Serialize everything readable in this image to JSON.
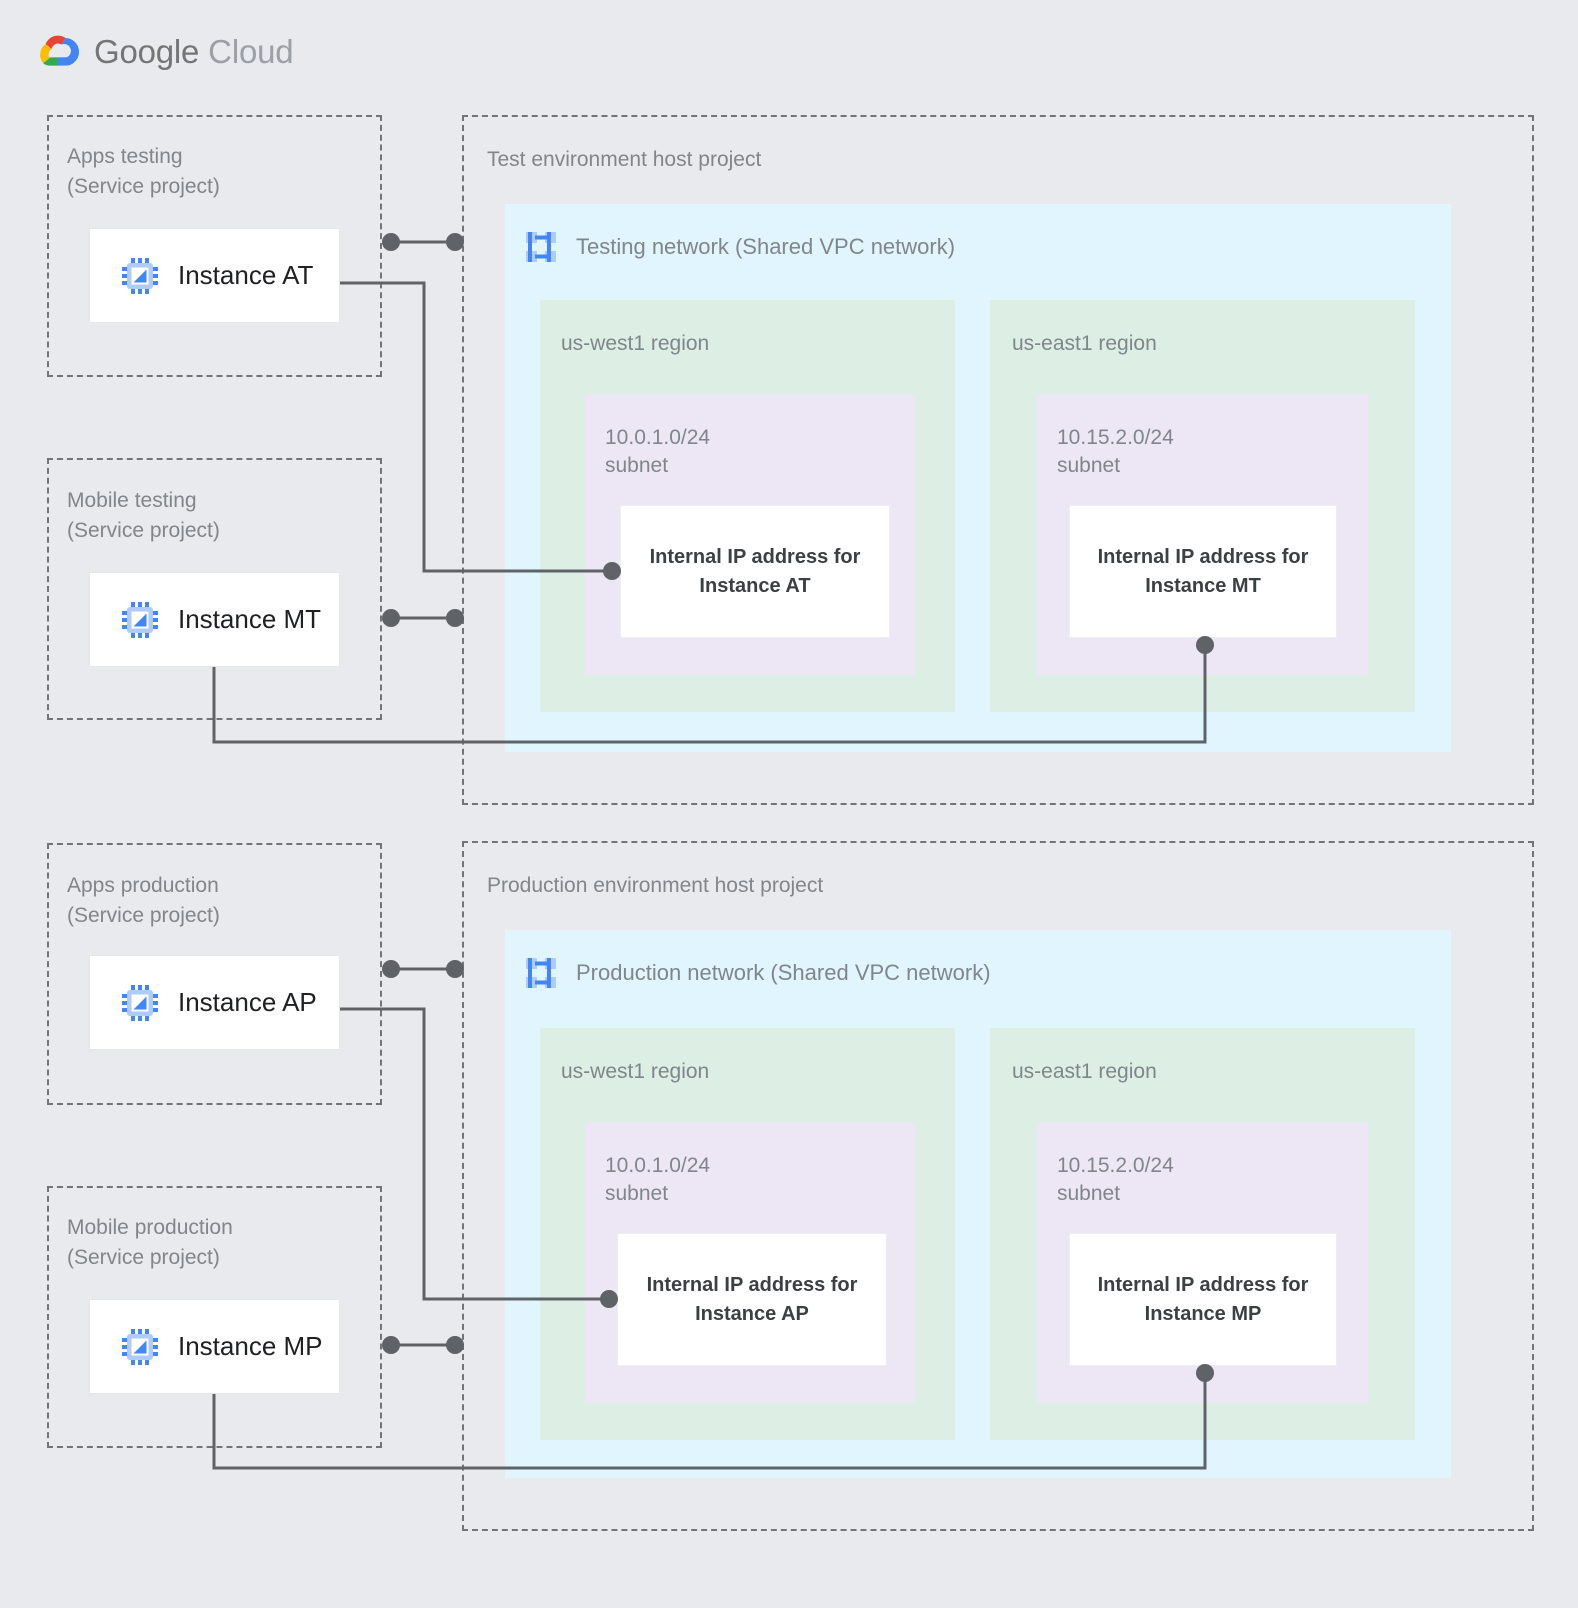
{
  "brand": {
    "name_bold": "Google",
    "name_light": " Cloud",
    "logo_icon": "google-cloud-logo"
  },
  "colors": {
    "page_background": "#e8eaed",
    "network_fill": "#e1f5fe",
    "region_fill": "#ddeee5",
    "subnet_fill": "#ece6f5",
    "card_fill": "#ffffff",
    "dashed_border": "#70757a",
    "connector": "#5f6368",
    "label_text": "#80868b",
    "instance_text": "#202124",
    "ip_text": "#3c4043",
    "icon_blue_dark": "#4285f4",
    "icon_blue_light": "#aecbfa"
  },
  "service_projects": [
    {
      "id": "apps-testing",
      "label": "Apps testing\n(Service project)",
      "instance": {
        "name": "Instance AT",
        "icon": "vm-instance-icon"
      }
    },
    {
      "id": "mobile-testing",
      "label": "Mobile testing\n(Service project)",
      "instance": {
        "name": "Instance MT",
        "icon": "vm-instance-icon"
      }
    },
    {
      "id": "apps-production",
      "label": "Apps production\n(Service project)",
      "instance": {
        "name": "Instance AP",
        "icon": "vm-instance-icon"
      }
    },
    {
      "id": "mobile-production",
      "label": "Mobile production\n(Service project)",
      "instance": {
        "name": "Instance MP",
        "icon": "vm-instance-icon"
      }
    }
  ],
  "host_projects": [
    {
      "id": "test-environment",
      "label": "Test environment host project",
      "network": {
        "title": "Testing network (Shared VPC network)",
        "icon": "vpc-network-icon",
        "regions": [
          {
            "id": "test-us-west1",
            "title": "us-west1 region",
            "subnet": {
              "title": "10.0.1.0/24\nsubnet",
              "cidr": "10.0.1.0/24",
              "ip_card": "Internal IP address for\nInstance AT"
            }
          },
          {
            "id": "test-us-east1",
            "title": "us-east1 region",
            "subnet": {
              "title": "10.15.2.0/24\nsubnet",
              "cidr": "10.15.2.0/24",
              "ip_card": "Internal IP address for\nInstance MT"
            }
          }
        ]
      }
    },
    {
      "id": "production-environment",
      "label": "Production environment host project",
      "network": {
        "title": "Production network (Shared VPC network)",
        "icon": "vpc-network-icon",
        "regions": [
          {
            "id": "prod-us-west1",
            "title": "us-west1 region",
            "subnet": {
              "title": "10.0.1.0/24\nsubnet",
              "cidr": "10.0.1.0/24",
              "ip_card": "Internal IP address for\nInstance AP"
            }
          },
          {
            "id": "prod-us-east1",
            "title": "us-east1 region",
            "subnet": {
              "title": "10.15.2.0/24\nsubnet",
              "cidr": "10.15.2.0/24",
              "ip_card": "Internal IP address for\nInstance MP"
            }
          }
        ]
      }
    }
  ]
}
